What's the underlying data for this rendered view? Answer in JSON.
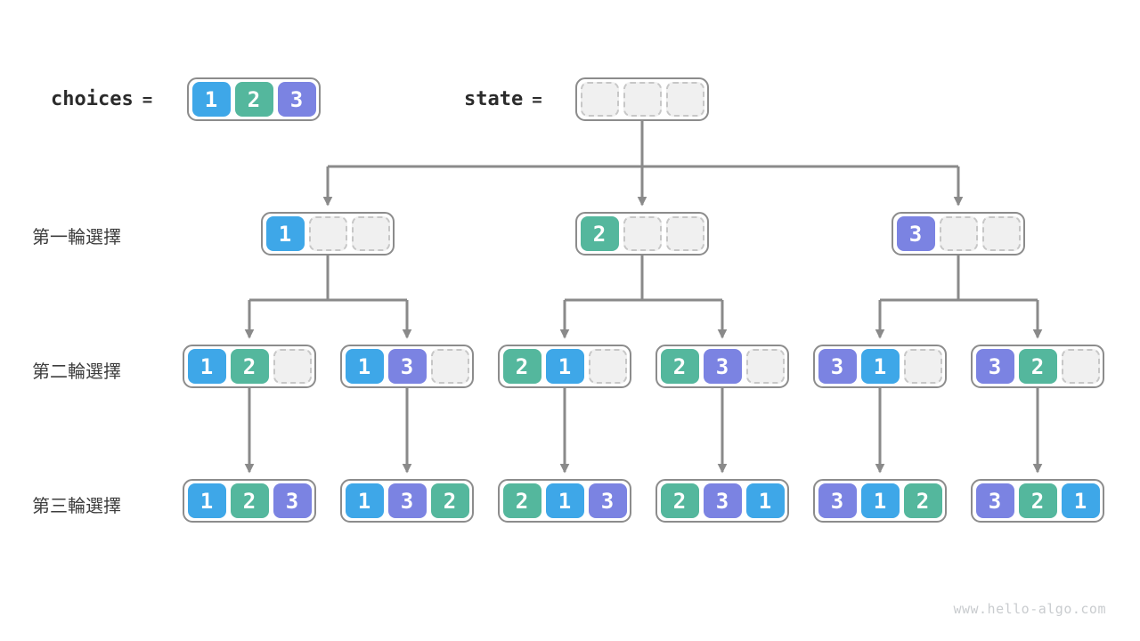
{
  "header": {
    "choices_label": "choices",
    "state_label": "state",
    "equals_sign": "=",
    "choices_cells": [
      1,
      2,
      3
    ],
    "state_cells": [
      null,
      null,
      null
    ]
  },
  "rows": [
    {
      "label": "第一輪選擇",
      "nodes": [
        [
          1,
          null,
          null
        ],
        [
          2,
          null,
          null
        ],
        [
          3,
          null,
          null
        ]
      ]
    },
    {
      "label": "第二輪選擇",
      "nodes": [
        [
          1,
          2,
          null
        ],
        [
          1,
          3,
          null
        ],
        [
          2,
          1,
          null
        ],
        [
          2,
          3,
          null
        ],
        [
          3,
          1,
          null
        ],
        [
          3,
          2,
          null
        ]
      ]
    },
    {
      "label": "第三輪選擇",
      "nodes": [
        [
          1,
          2,
          3
        ],
        [
          1,
          3,
          2
        ],
        [
          2,
          1,
          3
        ],
        [
          2,
          3,
          1
        ],
        [
          3,
          1,
          2
        ],
        [
          3,
          2,
          1
        ]
      ]
    }
  ],
  "palette": {
    "value1": "#3ea7e8",
    "value2": "#54b79d",
    "value3": "#7b83e2",
    "empty_fill": "#f0f0f0",
    "empty_border": "#c7c7c7",
    "node_border": "#8c8c8c",
    "connector": "#8a8a8a",
    "header_text": "#2b2b2b",
    "row_label_text": "#3d3d3d",
    "watermark_text": "#c9cccf"
  },
  "watermark": "www.hello-algo.com"
}
